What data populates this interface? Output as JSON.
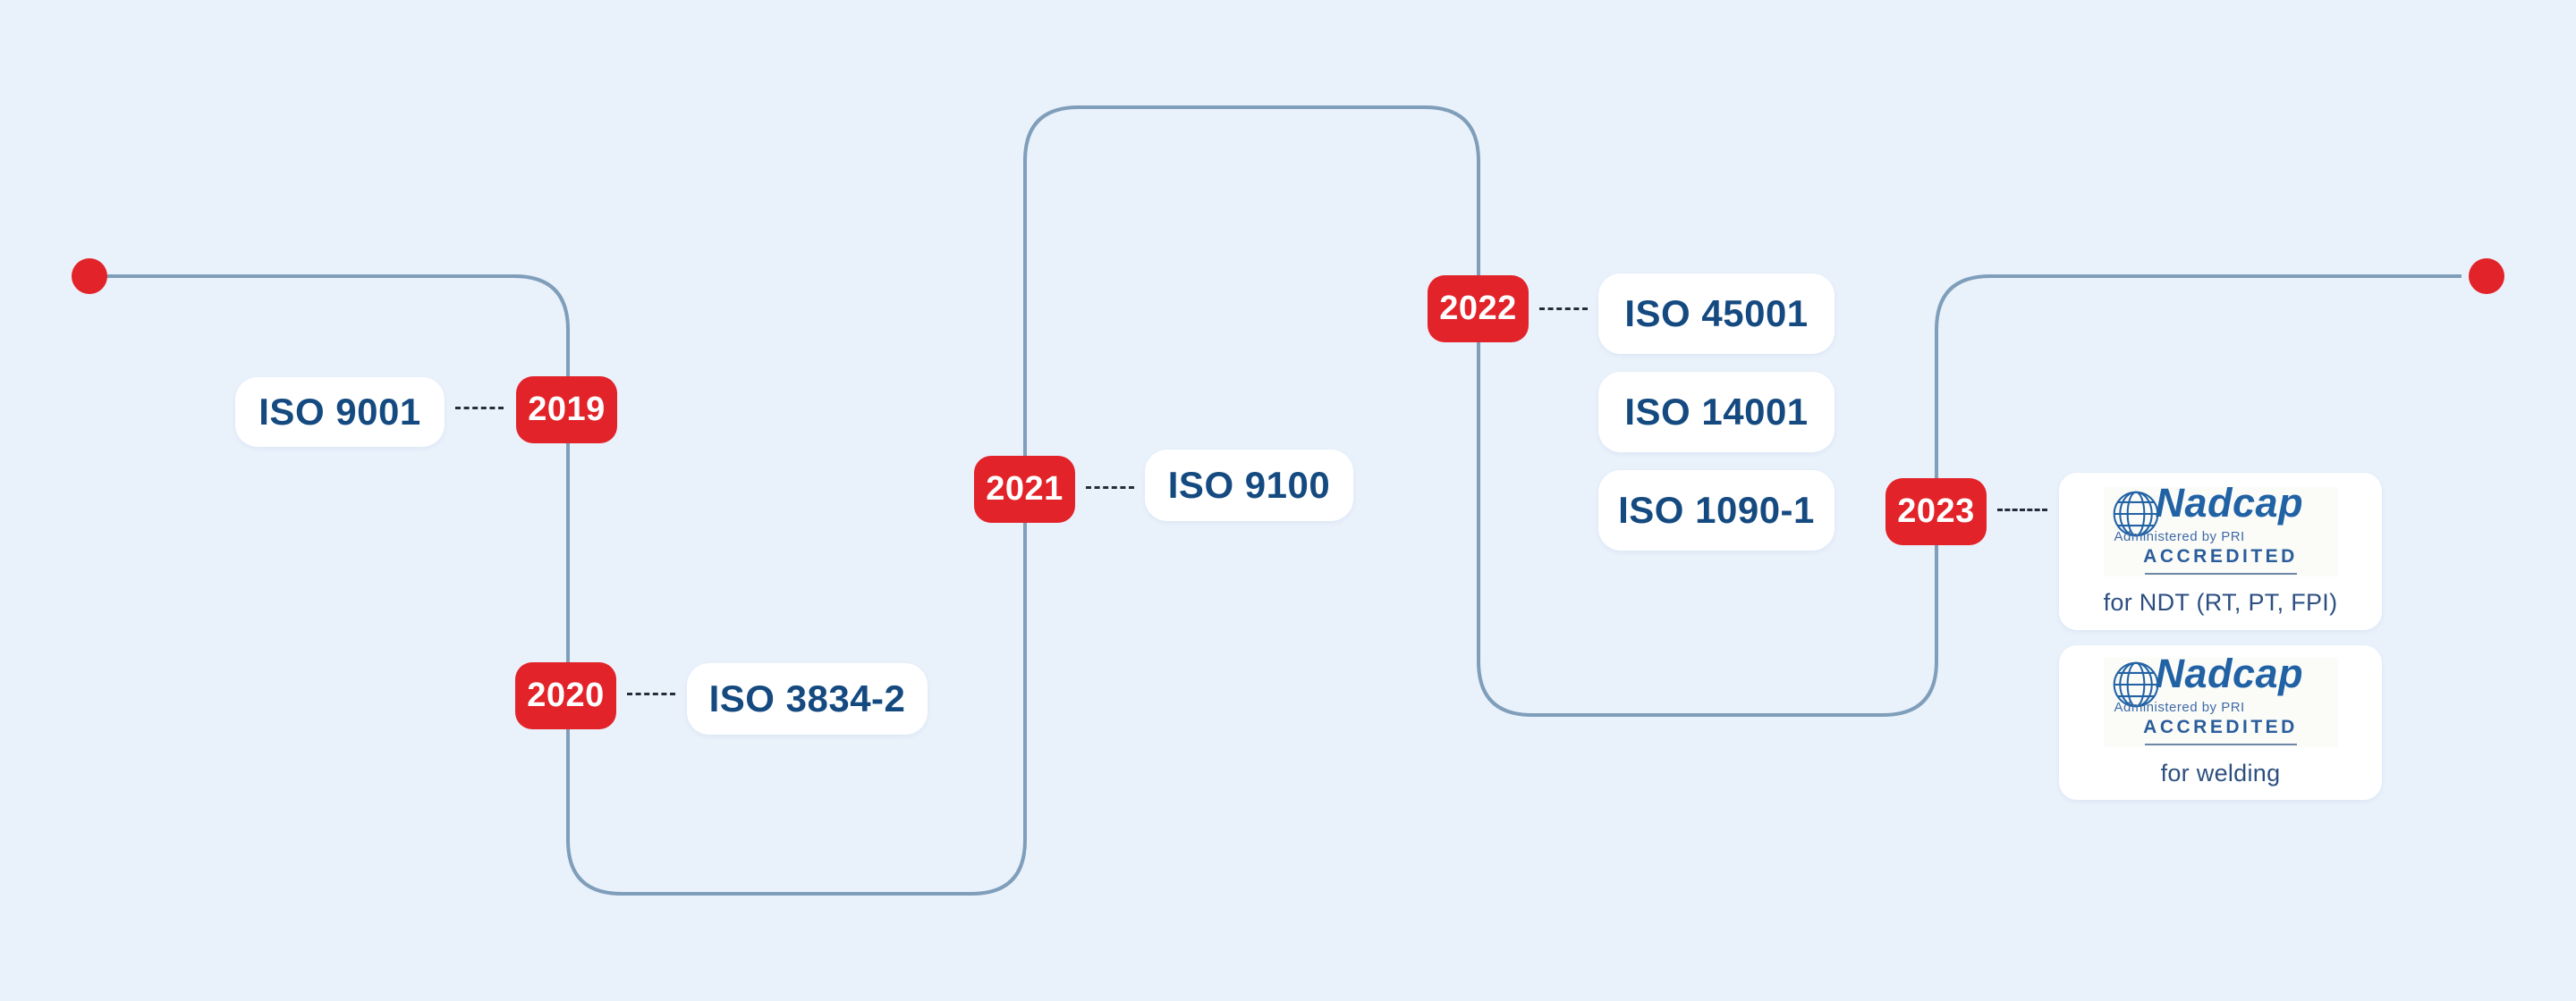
{
  "colors": {
    "background": "#e9f1fb",
    "accent_red": "#e22329",
    "timeline_line": "#7f9eba",
    "card_text_navy": "#154a80",
    "connector_dash": "#232e3a",
    "nadcap_blue": "#2162a5",
    "accredited_blue": "#2a5d9c",
    "caption_navy": "#2d4f80",
    "card_background": "#ffffff",
    "logo_background": "#fbfbf8"
  },
  "timeline": {
    "milestones": [
      {
        "year": "2019",
        "labels": [
          "ISO 9001"
        ]
      },
      {
        "year": "2020",
        "labels": [
          "ISO 3834-2"
        ]
      },
      {
        "year": "2021",
        "labels": [
          "ISO 9100"
        ]
      },
      {
        "year": "2022",
        "labels": [
          "ISO 45001",
          "ISO 14001",
          "ISO 1090-1"
        ]
      },
      {
        "year": "2023",
        "labels": []
      }
    ],
    "accreditations": [
      {
        "brand": "Nadcap",
        "administered_by": "Administered by PRI",
        "status": "ACCREDITED",
        "scope": "for NDT (RT, PT, FPI)"
      },
      {
        "brand": "Nadcap",
        "administered_by": "Administered by PRI",
        "status": "ACCREDITED",
        "scope": "for welding"
      }
    ]
  }
}
